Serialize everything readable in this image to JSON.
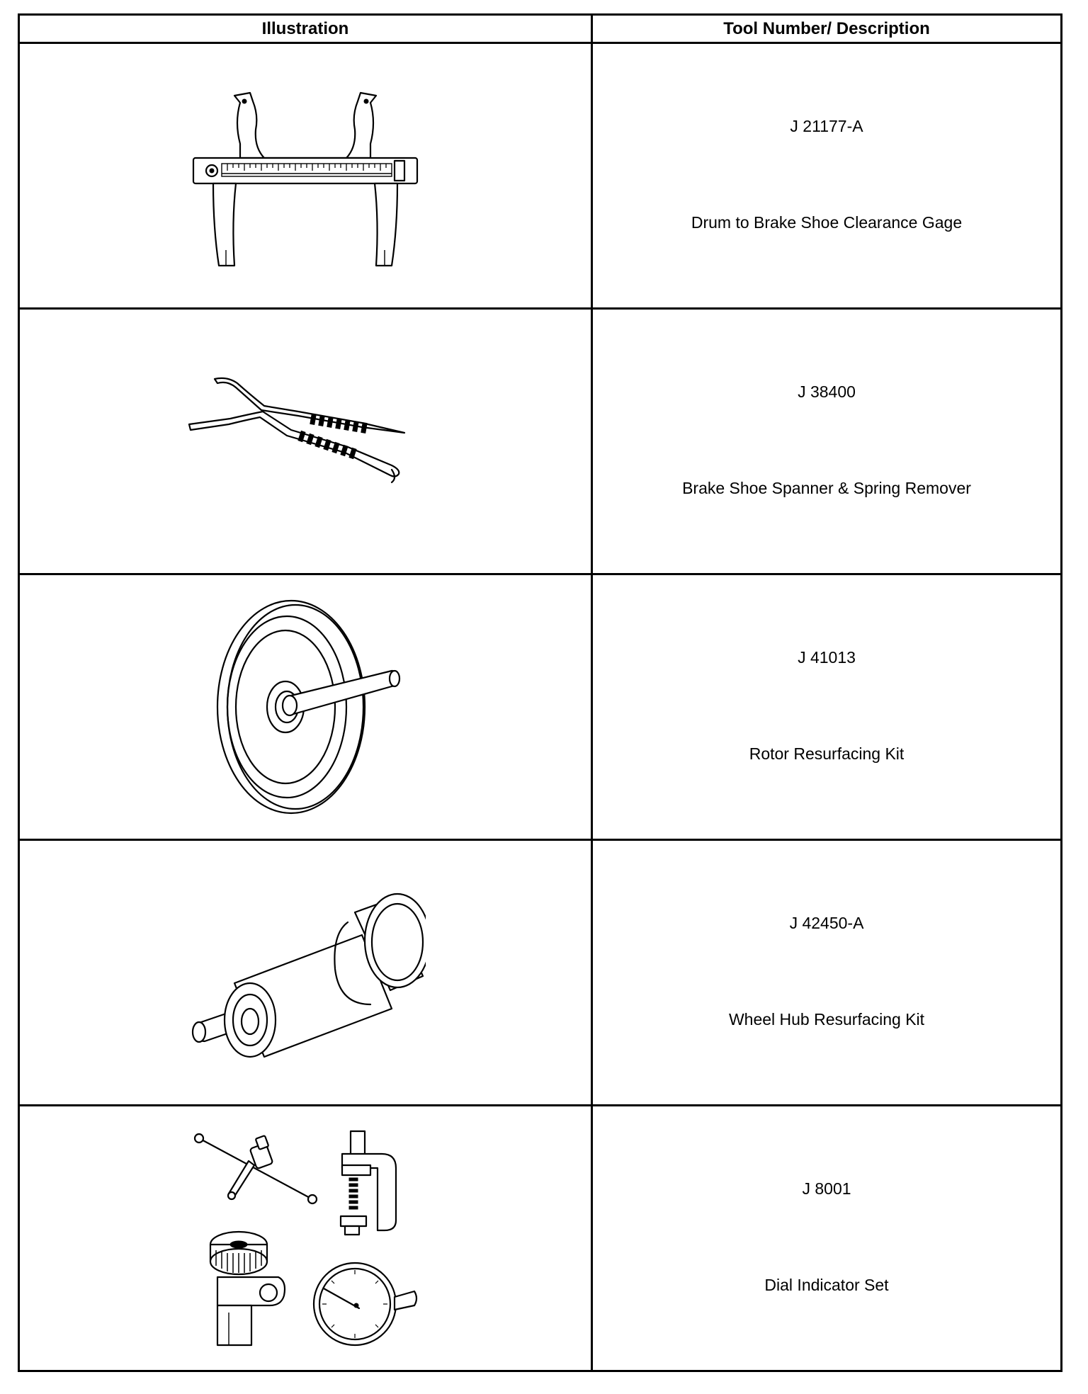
{
  "table": {
    "headers": {
      "illustration": "Illustration",
      "tool": "Tool Number/ Description"
    },
    "rows": [
      {
        "number": "J 21177-A",
        "description": "Drum to Brake Shoe Clearance Gage",
        "icon": "clearance-gage-icon"
      },
      {
        "number": "J 38400",
        "description": "Brake Shoe Spanner & Spring Remover",
        "icon": "spring-remover-pliers-icon"
      },
      {
        "number": "J 41013",
        "description": "Rotor Resurfacing Kit",
        "icon": "rotor-resurfacing-disc-icon"
      },
      {
        "number": "J 42450-A",
        "description": "Wheel Hub Resurfacing Kit",
        "icon": "hub-resurfacing-cylinder-icon"
      },
      {
        "number": "J 8001",
        "description": "Dial Indicator Set",
        "icon": "dial-indicator-set-icon"
      }
    ]
  }
}
